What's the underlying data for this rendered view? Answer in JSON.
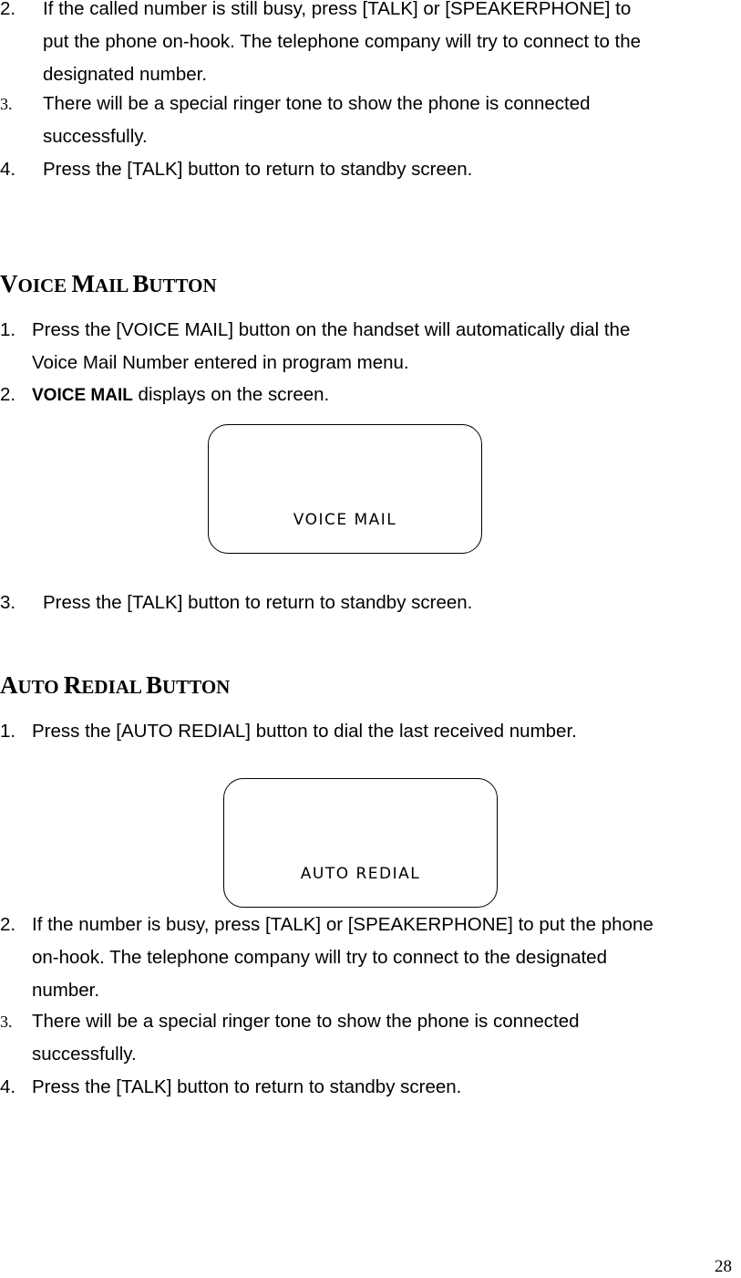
{
  "top_list": [
    {
      "num": "2.",
      "lines": [
        "If the called number is still busy, press [TALK] or [SPEAKERPHONE] to",
        "put the phone on-hook. The telephone company will try to connect to the",
        "designated number."
      ]
    },
    {
      "num": "3.",
      "lines": [
        "There will be a special ringer tone to show the phone is connected",
        "successfully."
      ]
    },
    {
      "num": "4.",
      "lines": [
        "Press the [TALK] button to return to standby screen."
      ]
    }
  ],
  "voice_mail": {
    "heading": {
      "a1": "V",
      "a2": "OICE ",
      "b1": "M",
      "b2": "AIL ",
      "c1": "B",
      "c2": "UTTON"
    },
    "list": [
      {
        "num": "1.",
        "lines": [
          "Press the [VOICE MAIL] button on the handset will automatically dial the",
          "Voice Mail Number entered in program menu."
        ]
      },
      {
        "num": "2.",
        "bold": "VOICE MAIL",
        "rest": " displays on the screen."
      }
    ],
    "screen_text": "VOICE MAIL",
    "after": {
      "num": "3.",
      "text": "Press the [TALK] button to return to standby screen."
    }
  },
  "auto_redial": {
    "heading": {
      "a1": "A",
      "a2": "UTO ",
      "b1": "R",
      "b2": "EDIAL ",
      "c1": "B",
      "c2": "UTTON"
    },
    "first": {
      "num": "1.",
      "text": "Press the [AUTO REDIAL] button to dial the last received number."
    },
    "screen_text": "AUTO REDIAL",
    "list": [
      {
        "num": "2.",
        "lines": [
          "If the number is busy, press [TALK] or [SPEAKERPHONE] to put the phone",
          "on-hook. The telephone company will try to connect to the designated",
          "number."
        ]
      },
      {
        "num": "3.",
        "lines": [
          "There will be a special ringer tone to show the phone is connected",
          "successfully."
        ]
      },
      {
        "num": "4.",
        "lines": [
          "Press the [TALK] button to return to standby screen."
        ]
      }
    ]
  },
  "page_number": "28"
}
